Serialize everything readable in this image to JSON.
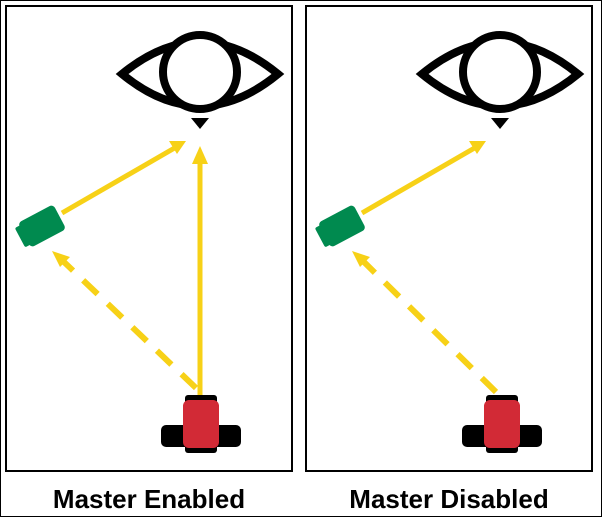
{
  "panels": [
    {
      "caption": "Master Enabled",
      "colors": {
        "arrow": "#f7d117",
        "remote_flash": "#008a4f",
        "master": "#d22a36",
        "outline": "#000000"
      },
      "master_direct_arrow": true,
      "master_to_flash_style": "dashed",
      "flash_to_camera_style": "solid"
    },
    {
      "caption": "Master Disabled",
      "colors": {
        "arrow": "#f7d117",
        "remote_flash": "#008a4f",
        "master": "#d22a36",
        "outline": "#000000"
      },
      "master_direct_arrow": false,
      "master_to_flash_style": "dashed",
      "flash_to_camera_style": "solid"
    }
  ]
}
